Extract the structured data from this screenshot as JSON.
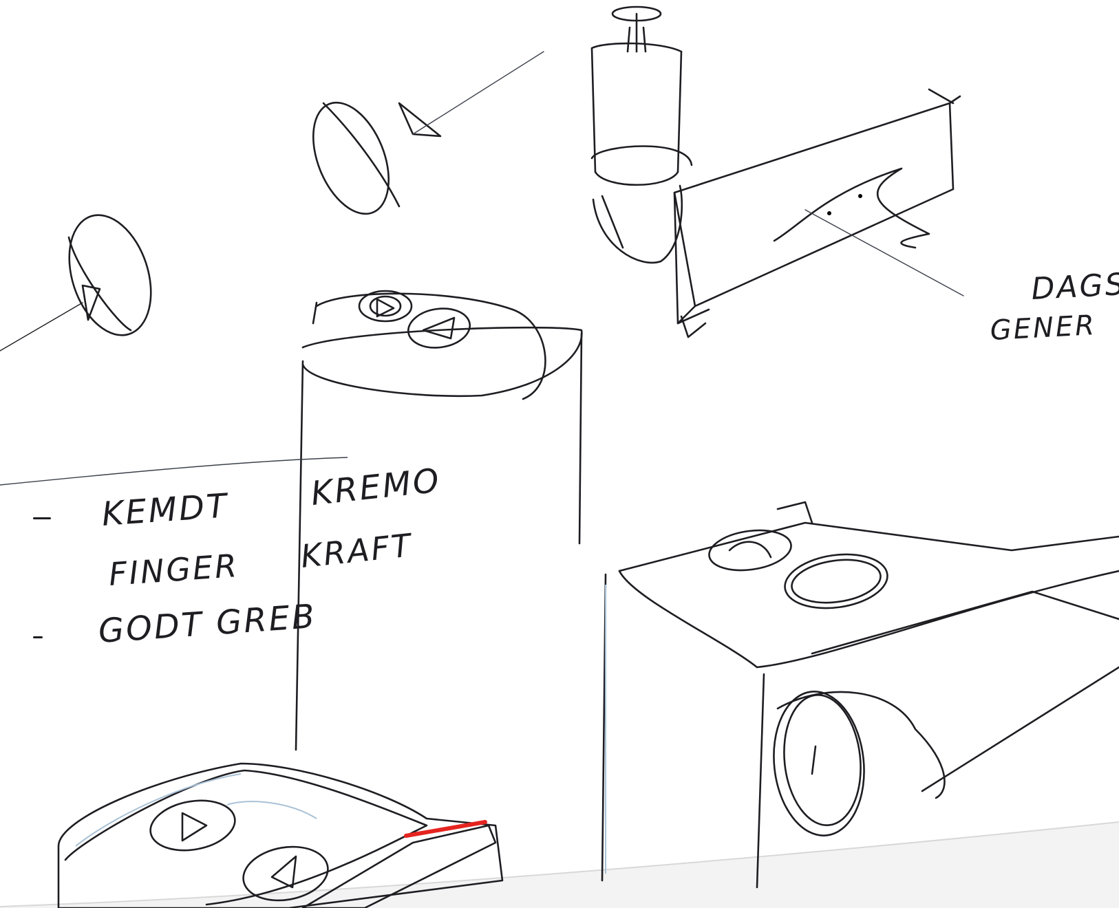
{
  "notes": {
    "line1a": "KEMDT",
    "line1b": "KREMO",
    "line2a": "FINGER",
    "line2b": "KRAFT",
    "line3": "GODT GREB",
    "side_top": "DAGS",
    "side_bottom": "GENER"
  },
  "colors": {
    "ink": "#1d1d22",
    "marker_red": "#e52420",
    "marker_blue": "#a8c1d6",
    "paper": "#ffffff"
  }
}
